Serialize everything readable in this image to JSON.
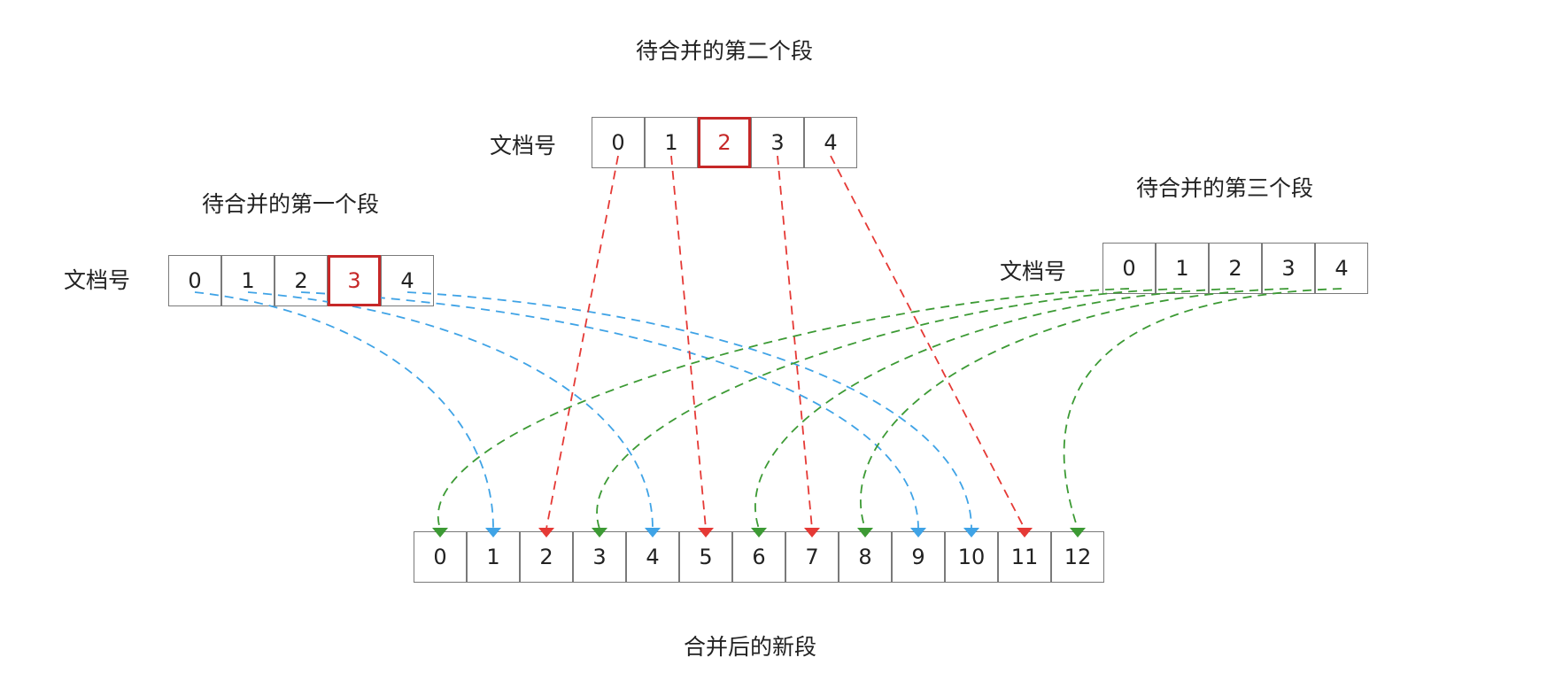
{
  "segment1": {
    "title": "待合并的第一个段",
    "row_label": "文档号",
    "cells": [
      "0",
      "1",
      "2",
      "3",
      "4"
    ],
    "highlight_index": 3
  },
  "segment2": {
    "title": "待合并的第二个段",
    "row_label": "文档号",
    "cells": [
      "0",
      "1",
      "2",
      "3",
      "4"
    ],
    "highlight_index": 2
  },
  "segment3": {
    "title": "待合并的第三个段",
    "row_label": "文档号",
    "cells": [
      "0",
      "1",
      "2",
      "3",
      "4"
    ]
  },
  "merged": {
    "title": "合并后的新段",
    "cells": [
      "0",
      "1",
      "2",
      "3",
      "4",
      "5",
      "6",
      "7",
      "8",
      "9",
      "10",
      "11",
      "12"
    ]
  },
  "colors": {
    "segment1_arrows": "#3fa3e6",
    "segment2_arrows": "#e53935",
    "segment3_arrows": "#3c9a34",
    "highlight": "#c62828",
    "cell_border": "#7a7a7a"
  },
  "mappings": {
    "segment1": [
      [
        0,
        1
      ],
      [
        1,
        4
      ],
      [
        2,
        9
      ],
      [
        4,
        10
      ]
    ],
    "segment2": [
      [
        0,
        2
      ],
      [
        1,
        5
      ],
      [
        3,
        7
      ],
      [
        4,
        11
      ]
    ],
    "segment3": [
      [
        0,
        0
      ],
      [
        1,
        3
      ],
      [
        2,
        6
      ],
      [
        3,
        8
      ],
      [
        4,
        12
      ]
    ]
  }
}
